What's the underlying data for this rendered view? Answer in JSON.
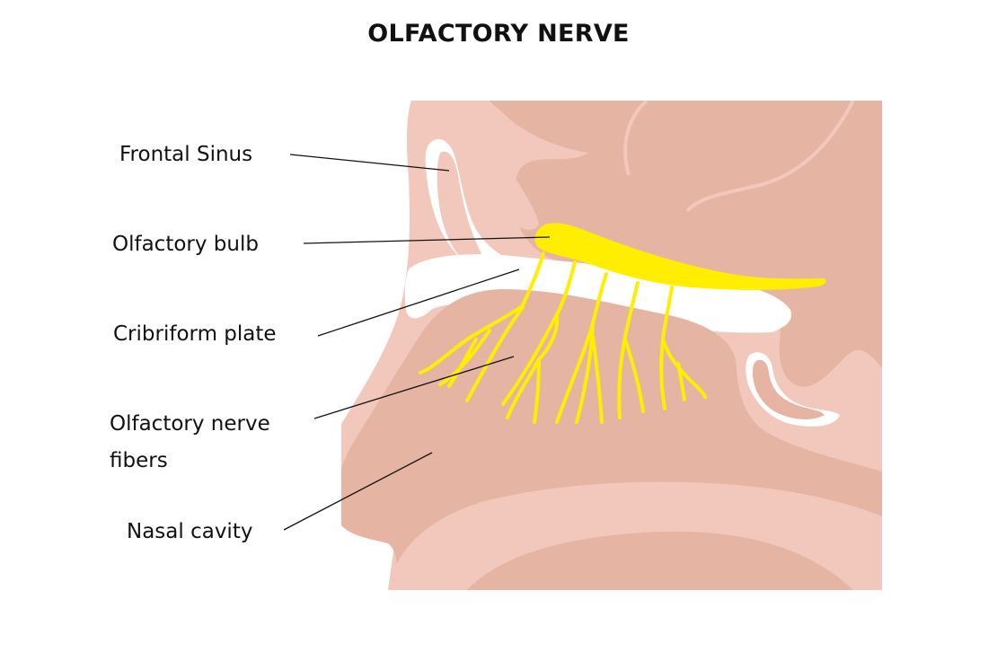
{
  "title": "OLFACTORY NERVE",
  "labels": {
    "frontal_sinus": "Frontal Sinus",
    "olfactory_bulb": "Olfactory bulb",
    "cribriform_plate": "Cribriform plate",
    "olfactory_nerve_fibers_line1": "Olfactory nerve",
    "olfactory_nerve_fibers_line2": "fibers",
    "nasal_cavity": "Nasal cavity"
  },
  "colors": {
    "skin_light": "#f2c8bd",
    "tissue": "#e6b4a3",
    "nerve": "#ffee00",
    "leader_line": "#111111"
  }
}
